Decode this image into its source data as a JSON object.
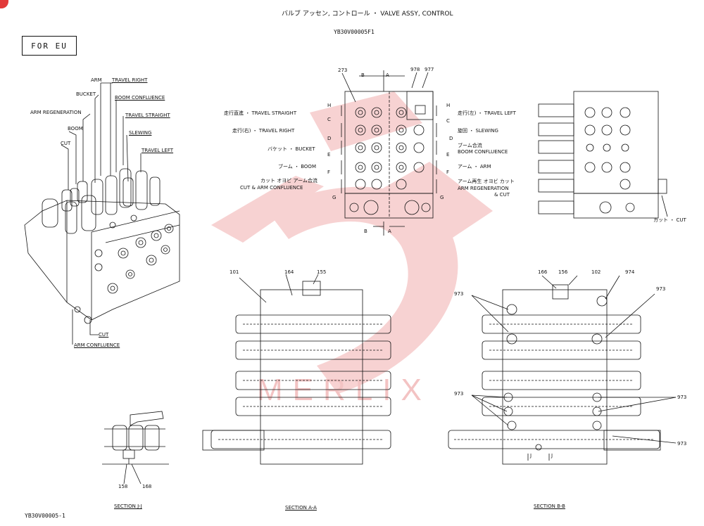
{
  "header": {
    "title": "バルブ アッセン, コントロール ・ VALVE ASSY, CONTROL",
    "part_code": "YB30V00005F1"
  },
  "region_badge": "FOR EU",
  "footer_code": "YB30V00005-1",
  "iso_labels": {
    "arm": "ARM",
    "travel_right": "TRAVEL RIGHT",
    "bucket": "BUCKET",
    "boom_confluence": "BOOM CONFLUENCE",
    "arm_regeneration": "ARM REGENERATION",
    "travel_straight": "TRAVEL STRAIGHT",
    "boom": "BOOM",
    "slewing": "SLEWING",
    "cut_top": "CUT",
    "travel_left": "TRAVEL LEFT",
    "cut_bottom": "CUT",
    "arm_confluence": "ARM CONFLUENCE"
  },
  "front_left_labels": {
    "travel_straight": "走行直進 ・ TRAVEL STRAIGHT",
    "travel_right": "走行(右) ・ TRAVEL RIGHT",
    "bucket": "バケット ・ BUCKET",
    "boom": "ブーム ・ BOOM",
    "cut_arm_line1": "カット オヨビ アーム合流",
    "cut_arm_line2": "CUT & ARM CONFLUENCE"
  },
  "front_right_labels": {
    "travel_left": "走行(左) ・ TRAVEL LEFT",
    "slewing": "旋回 ・ SLEWING",
    "boom_conf_line1": "ブーム合流",
    "boom_conf_line2": "BOOM CONFLUENCE",
    "arm": "アーム ・ ARM",
    "arm_regen_line1": "アーム再生 オヨビ カット",
    "arm_regen_line2": "ARM REGENERATION",
    "arm_regen_line3": "& CUT"
  },
  "section_letters": [
    "H",
    "C",
    "D",
    "E",
    "F",
    "G"
  ],
  "cut_letters": {
    "b": "B",
    "a": "A"
  },
  "part_numbers": {
    "p273": "273",
    "p978": "978",
    "p977": "977",
    "p101": "101",
    "p164": "164",
    "p155": "155",
    "p166": "166",
    "p156": "156",
    "p102": "102",
    "p974": "974",
    "p973": "973",
    "p158": "158",
    "p168": "168"
  },
  "rear_label": "カット ・ CUT",
  "section_titles": {
    "jj": "SECTION J-J",
    "aa": "SECTION A-A",
    "bb": "SECTION B-B"
  },
  "j_mark": "J",
  "watermark": "MERLIX"
}
